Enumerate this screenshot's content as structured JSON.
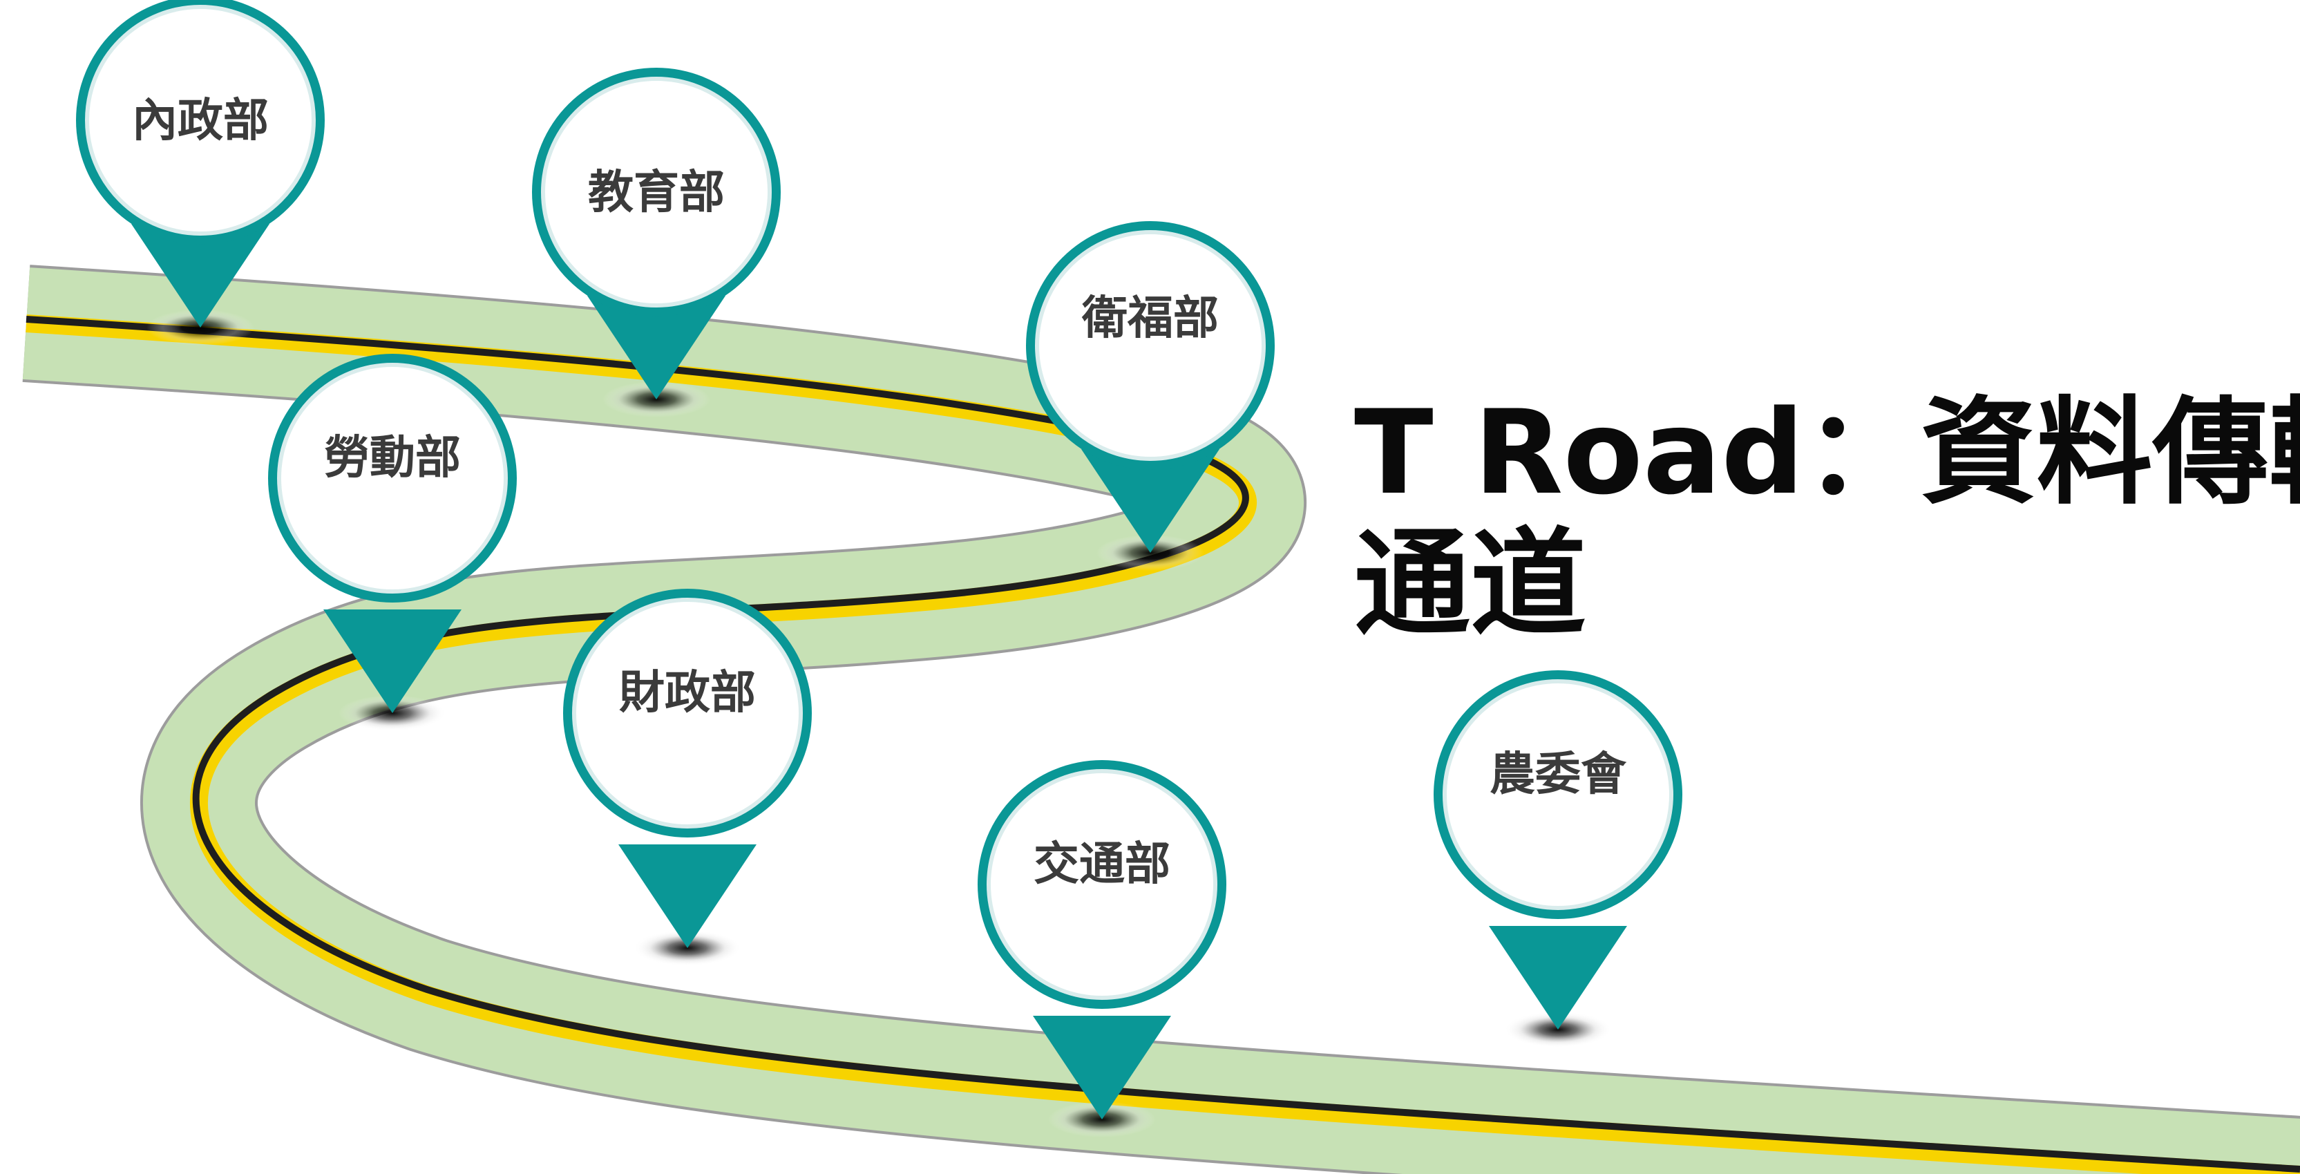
{
  "title": {
    "line1": "T Road：資料傳輸",
    "line2": "通道"
  },
  "colors": {
    "pin": "#0a9796",
    "pin_rim": "#d9ecec",
    "road_fill": "#c7e1b5",
    "road_edge": "#9c9c9c",
    "lane_yellow": "#f7d300",
    "lane_dark": "#1e1e1e"
  },
  "markers": [
    {
      "id": "moi",
      "label": "內政部"
    },
    {
      "id": "moe",
      "label": "教育部"
    },
    {
      "id": "mohw",
      "label": "衛福部"
    },
    {
      "id": "mol",
      "label": "勞動部"
    },
    {
      "id": "mof",
      "label": "財政部"
    },
    {
      "id": "motc",
      "label": "交通部"
    },
    {
      "id": "coa",
      "label": "農委會"
    }
  ]
}
